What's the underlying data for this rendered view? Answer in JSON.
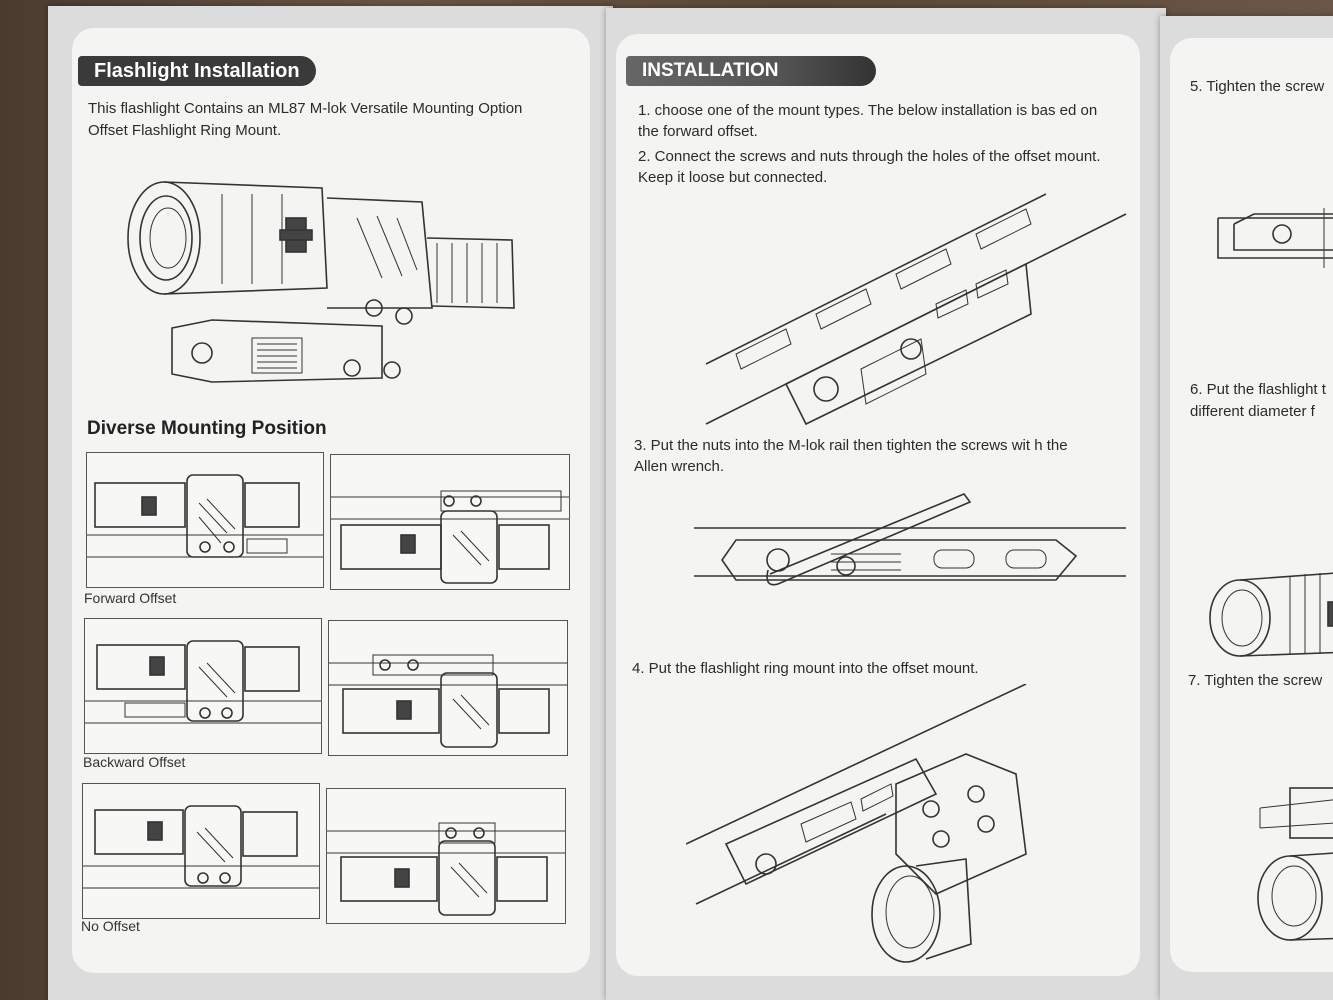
{
  "left": {
    "title": "Flashlight Installation",
    "intro_line1": "This flashlight Contains an ML87 M-lok Versatile Mounting Option",
    "intro_line2": "Offset Flashlight Ring Mount.",
    "diverse_heading": "Diverse Mounting Position",
    "captions": [
      "Forward Offset",
      "Backward Offset",
      "No Offset"
    ]
  },
  "middle": {
    "title": "INSTALLATION",
    "step1_line1": "1. choose one of the mount types. The below installation is bas ed on",
    "step1_line2": "the forward offset.",
    "step2_line1": "2. Connect the screws and nuts through the holes of the offset mount.",
    "step2_line2": "Keep it loose but connected.",
    "step3_line1": "3. Put the nuts into the M-lok rail then tighten the screws wit h the",
    "step3_line2": "Allen wrench.",
    "step4": "4. Put the flashlight ring mount into the offset mount."
  },
  "right": {
    "step5": "5. Tighten the screw",
    "step6_line1": "6. Put the flashlight t",
    "step6_line2": "different diameter f",
    "step7": "7. Tighten the screw"
  }
}
